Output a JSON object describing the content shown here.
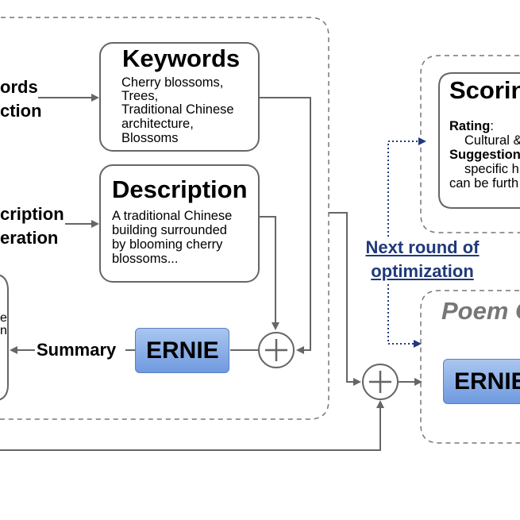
{
  "left_labels": {
    "keywords_extraction_line1": "ords",
    "keywords_extraction_line2": "ction",
    "description_generation_line1": "cription",
    "description_generation_line2": "eration",
    "left_box_fragment_line1": "e",
    "left_box_fragment_line2": "n",
    "summary": "Summary"
  },
  "keywords_card": {
    "title": "Keywords",
    "lines": [
      "Cherry blossoms,",
      "Trees,",
      "Traditional Chinese",
      "architecture,",
      "Blossoms"
    ]
  },
  "description_card": {
    "title": "Description",
    "lines": [
      "A traditional Chinese",
      "building surrounded",
      "by blooming cherry",
      "blossoms..."
    ]
  },
  "ernie_label": "ERNIE",
  "next_round": {
    "line1": "Next round of",
    "line2": "optimization"
  },
  "scoring_card": {
    "title": "Scorin",
    "rating_label": "Rating",
    "rating_colon": ":",
    "rating_value": "Cultural &",
    "suggestion_label": "Suggestion",
    "suggestion_line1": "specific h",
    "suggestion_line2": "can be furth"
  },
  "poem_box": {
    "title": "Poem G",
    "ernie": "ERNIE"
  },
  "colors": {
    "arrow": "#666666",
    "dashed_border": "#777777",
    "ernie_fill": "#8fb1e8",
    "optimization_text": "#1f3a7a"
  }
}
